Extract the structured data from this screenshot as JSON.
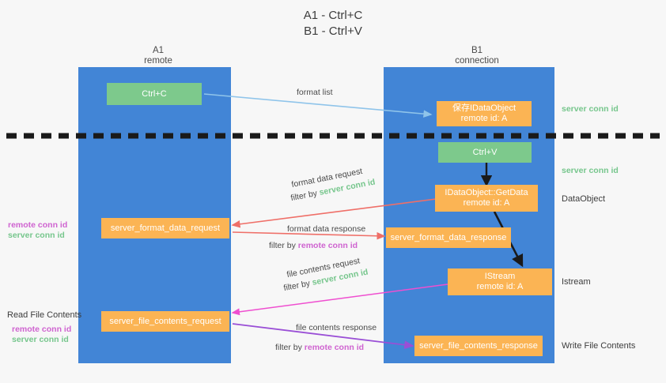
{
  "title": {
    "line1": "A1 - Ctrl+C",
    "line2": "B1 - Ctrl+V"
  },
  "columns": [
    {
      "name": "A1",
      "sub": "remote"
    },
    {
      "name": "B1",
      "sub": "connection"
    }
  ],
  "boxes": {
    "ctrl_c": {
      "line1": "Ctrl+C",
      "line2": "",
      "color": "#7dc98c"
    },
    "save_idataobject": {
      "line1": "保存IDataObject",
      "line2": "remote id: A",
      "color": "#fbb454"
    },
    "ctrl_v": {
      "line1": "Ctrl+V",
      "line2": "",
      "color": "#7dc98c"
    },
    "getdata": {
      "line1": "IDataObject::GetData",
      "line2": "remote id: A",
      "color": "#fbb454"
    },
    "istream": {
      "line1": "IStream",
      "line2": "remote id: A",
      "color": "#fbb454"
    },
    "server_format_data_request": {
      "line1": "server_format_data_request",
      "line2": "",
      "color": "#fbb454"
    },
    "server_format_data_response": {
      "line1": "server_format_data_response",
      "line2": "",
      "color": "#fbb454"
    },
    "server_file_contents_request": {
      "line1": "server_file_contents_request",
      "line2": "",
      "color": "#fbb454"
    },
    "server_file_contents_response": {
      "line1": "server_file_contents_response",
      "line2": "",
      "color": "#fbb454"
    }
  },
  "edge_labels": {
    "format_list": "format list",
    "format_data_request": "format data request",
    "format_data_request_filter_prefix": "filter by ",
    "format_data_request_filter_value": "server conn id",
    "format_data_response": "format data response",
    "format_data_response_filter_prefix": "filter by ",
    "format_data_response_filter_value": "remote conn id",
    "file_contents_request": "file contents request",
    "file_contents_request_filter_prefix": "filter by ",
    "file_contents_request_filter_value": "server conn id",
    "file_contents_response": "file contents response",
    "file_contents_response_filter_prefix": "filter by ",
    "file_contents_response_filter_value": "remote conn id"
  },
  "right_notes": {
    "server_conn_id_top": "server conn id",
    "server_conn_id_mid": "server conn id",
    "dataobject": "DataObject",
    "istream": "Istream",
    "write_file_contents": "Write File Contents"
  },
  "left_notes": {
    "remote_conn_id_1": "remote conn id",
    "server_conn_id_1": "server conn id",
    "read_file_contents": "Read File Contents",
    "remote_conn_id_2": "remote conn id",
    "server_conn_id_2": "server conn id"
  },
  "colors": {
    "lane": "#4285d6",
    "green_box": "#7dc98c",
    "orange_box": "#fbb454",
    "green_text": "#76c68c",
    "purple_text": "#cf63d0",
    "light_blue_arrow": "#8fc4ea",
    "red_arrow": "#ef6f68",
    "dark_arrow": "#1a1a1a",
    "pink_arrow": "#ef4fd0",
    "violet_arrow": "#9a4fd6",
    "divider": "#1a1a1a",
    "background": "#f7f7f7"
  }
}
